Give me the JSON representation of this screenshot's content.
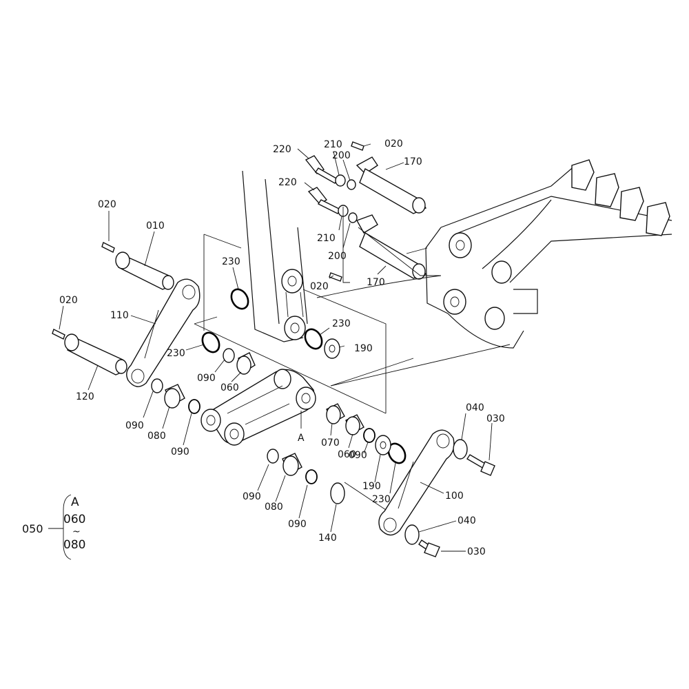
{
  "diagram": {
    "callouts": {
      "c020_top": "020",
      "c210_top": "210",
      "c220_top": "220",
      "c200_top": "200",
      "c170_top": "170",
      "c220_mid": "220",
      "c210_mid": "210",
      "c200_mid": "200",
      "c020_mid": "020",
      "c170_mid": "170",
      "c020_left_top": "020",
      "c010": "010",
      "c230_upper": "230",
      "c020_left": "020",
      "c110": "110",
      "c230_mid": "230",
      "c190_mid": "190",
      "c230_left": "230",
      "c090_a": "090",
      "c060_a": "060",
      "c120": "120",
      "c090_b": "090",
      "c080_a": "080",
      "c090_c": "090",
      "c_a_marker": "A",
      "c070": "070",
      "c060_b": "060",
      "c040_top": "040",
      "c030_top": "030",
      "c090_d": "090",
      "c190_low": "190",
      "c230_low": "230",
      "c100": "100",
      "c090_e": "090",
      "c080_b": "080",
      "c090_f": "090",
      "c140": "140",
      "c040_low": "040",
      "c030_low": "030"
    },
    "legend": {
      "assembly": "050",
      "group": "A",
      "range_start": "060",
      "range_sep": "~",
      "range_end": "080"
    }
  }
}
